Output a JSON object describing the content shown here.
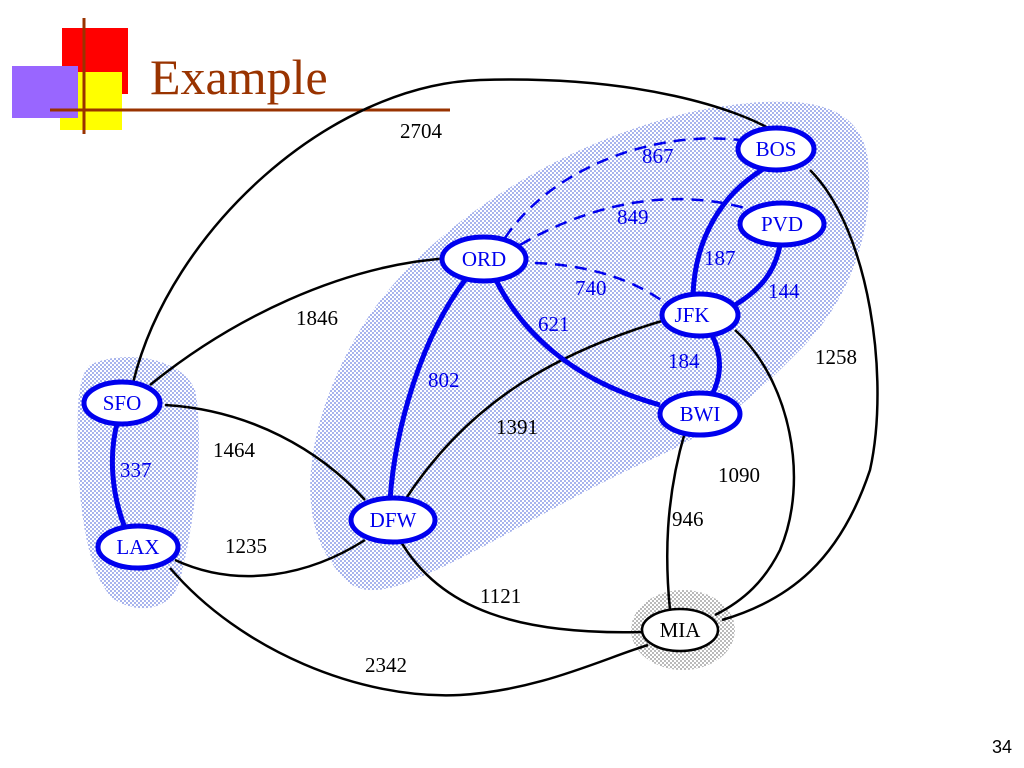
{
  "slide": {
    "title": "Example",
    "page_number": "34"
  },
  "colors": {
    "title": "#993300",
    "node_stroke": "#0000ee",
    "mst_edge": "#0000ee",
    "normal_edge": "#000000",
    "cluster_fill": "#c8cff5",
    "mia_cluster_fill": "#bbbbbb",
    "logo_red": "#ff0000",
    "logo_purple": "#9966ff",
    "logo_yellow": "#ffff00",
    "logo_line": "#993300"
  },
  "graph": {
    "nodes": [
      {
        "id": "BOS",
        "label": "BOS",
        "highlighted": true
      },
      {
        "id": "PVD",
        "label": "PVD",
        "highlighted": true
      },
      {
        "id": "ORD",
        "label": "ORD",
        "highlighted": true
      },
      {
        "id": "JFK",
        "label": "JFK",
        "highlighted": true
      },
      {
        "id": "BWI",
        "label": "BWI",
        "highlighted": true
      },
      {
        "id": "SFO",
        "label": "SFO",
        "highlighted": true
      },
      {
        "id": "LAX",
        "label": "LAX",
        "highlighted": true
      },
      {
        "id": "DFW",
        "label": "DFW",
        "highlighted": true
      },
      {
        "id": "MIA",
        "label": "MIA",
        "highlighted": false
      }
    ],
    "edges": [
      {
        "from": "SFO",
        "to": "BOS",
        "weight": "2704",
        "style": "normal"
      },
      {
        "from": "ORD",
        "to": "BOS",
        "weight": "867",
        "style": "dashed"
      },
      {
        "from": "ORD",
        "to": "PVD",
        "weight": "849",
        "style": "dashed"
      },
      {
        "from": "ORD",
        "to": "JFK",
        "weight": "740",
        "style": "dashed"
      },
      {
        "from": "JFK",
        "to": "BOS",
        "weight": "187",
        "style": "highlighted"
      },
      {
        "from": "JFK",
        "to": "PVD",
        "weight": "144",
        "style": "highlighted"
      },
      {
        "from": "ORD",
        "to": "BWI",
        "weight": "621",
        "style": "highlighted"
      },
      {
        "from": "ORD",
        "to": "DFW",
        "weight": "802",
        "style": "highlighted"
      },
      {
        "from": "JFK",
        "to": "BWI",
        "weight": "184",
        "style": "highlighted"
      },
      {
        "from": "SFO",
        "to": "ORD",
        "weight": "1846",
        "style": "normal"
      },
      {
        "from": "BOS",
        "to": "MIA",
        "weight": "1258",
        "style": "normal"
      },
      {
        "from": "DFW",
        "to": "JFK",
        "weight": "1391",
        "style": "normal"
      },
      {
        "from": "SFO",
        "to": "DFW",
        "weight": "1464",
        "style": "normal"
      },
      {
        "from": "SFO",
        "to": "LAX",
        "weight": "337",
        "style": "highlighted"
      },
      {
        "from": "JFK",
        "to": "MIA",
        "weight": "1090",
        "style": "normal"
      },
      {
        "from": "BWI",
        "to": "MIA",
        "weight": "946",
        "style": "normal"
      },
      {
        "from": "LAX",
        "to": "DFW",
        "weight": "1235",
        "style": "normal"
      },
      {
        "from": "DFW",
        "to": "MIA",
        "weight": "1121",
        "style": "normal"
      },
      {
        "from": "LAX",
        "to": "MIA",
        "weight": "2342",
        "style": "normal"
      }
    ]
  }
}
